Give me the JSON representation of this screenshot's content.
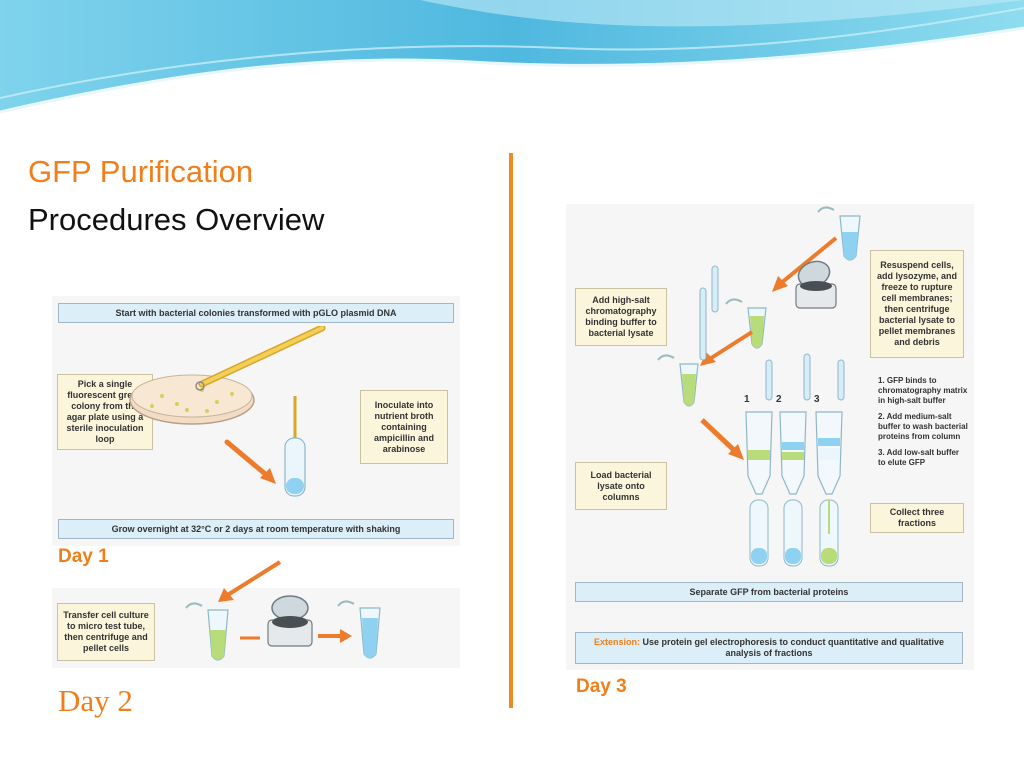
{
  "title": {
    "line1": "GFP Purification",
    "line2": "Procedures Overview"
  },
  "day1_panel": {
    "top_bar": "Start with bacterial colonies transformed with pGLO plasmid DNA",
    "pick_note": "Pick a single fluorescent green colony from the agar plate using a sterile inoculation loop",
    "inoculate_note": "Inoculate into nutrient broth containing ampicillin and arabinose",
    "bottom_bar": "Grow overnight at 32°C or 2 days at room temperature with shaking",
    "label": "Day 1"
  },
  "day2_panel": {
    "note": "Transfer cell culture to micro test tube, then centrifuge and pellet cells",
    "label": "Day 2"
  },
  "day3_panel": {
    "resuspend_note": "Resuspend cells, add lysozyme, and freeze to rupture cell membranes; then centrifuge bacterial lysate to pellet membranes and debris",
    "binding_note": "Add high-salt chromatography binding buffer to bacterial lysate",
    "load_note": "Load bacterial lysate onto columns",
    "steps": [
      "1. GFP binds to chromatography matrix in high-salt buffer",
      "2. Add medium-salt buffer to wash bacterial proteins from column",
      "3. Add low-salt buffer to elute GFP"
    ],
    "column_numbers": [
      "1",
      "2",
      "3"
    ],
    "collect_note": "Collect three fractions",
    "separate_bar": "Separate GFP from bacterial proteins",
    "extension_label": "Extension:",
    "extension_text": "Use protein gel electrophoresis to conduct quantitative and qualitative analysis of fractions",
    "label": "Day 3"
  },
  "colors": {
    "accent": "#f07f1b",
    "divider": "#f08a24",
    "wave": "#5bbfe0",
    "gfp_green": "#b8dc7a",
    "buffer_blue": "#7cc6ee"
  },
  "icons": [
    "petri-dish-icon",
    "inoculation-loop-icon",
    "culture-tube-icon",
    "micro-tube-icon",
    "centrifuge-icon",
    "pipette-icon",
    "column-icon",
    "arrow-icon"
  ]
}
